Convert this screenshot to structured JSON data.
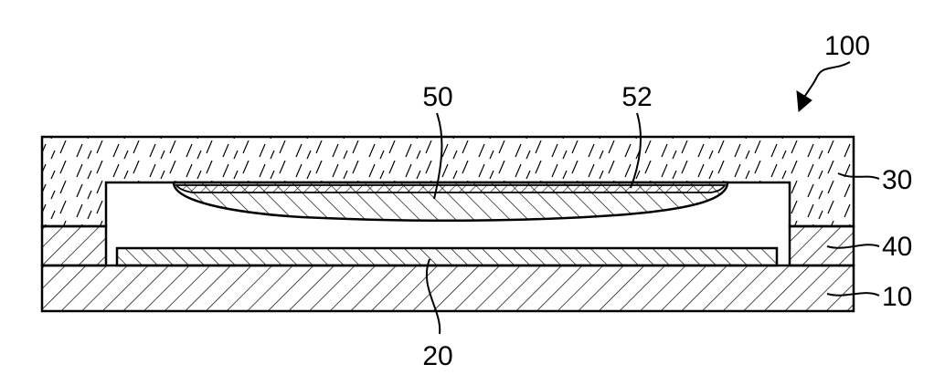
{
  "figure": {
    "reference_numerals": {
      "device": "100",
      "cover_glass": "30",
      "sealing_layer": "40",
      "substrate": "10",
      "bottom_element": "20",
      "lens_element": "50",
      "lens_surface_layer": "52"
    }
  },
  "colors": {
    "line": "#000000",
    "background": "#ffffff"
  }
}
